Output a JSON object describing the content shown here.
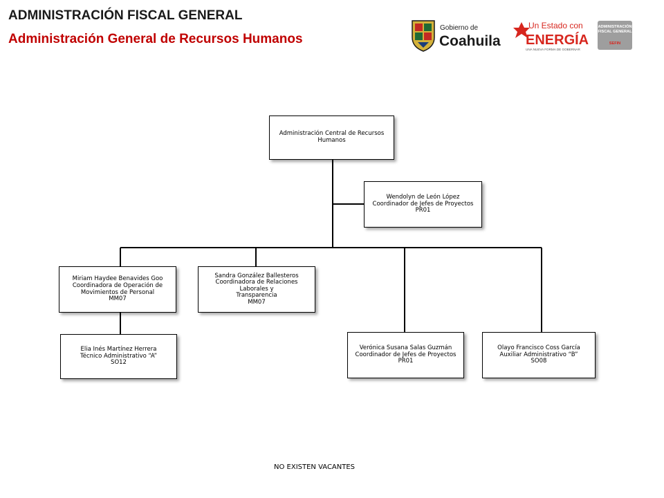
{
  "header": {
    "title": "ADMINISTRACIÓN FISCAL GENERAL",
    "subtitle": "Administración General de Recursos Humanos"
  },
  "logos": {
    "coahuila_top": "Gobierno de",
    "coahuila_main": "Coahuila",
    "energia_top": "Un Estado con",
    "energia_main": "ENERGÍA",
    "energia_tagline": "UNA NUEVA FORMA DE GOBERNAR",
    "afg_line1": "ADMINISTRACIÓN",
    "afg_line2": "FISCAL GENERAL",
    "afg_line3": "SEFIN",
    "colors": {
      "red": "#d7261e",
      "dark": "#1b1b1b",
      "gray": "#9e9e9e"
    }
  },
  "org": {
    "root": {
      "lines": [
        "Administración Central de Recursos",
        "Humanos"
      ]
    },
    "assistant": {
      "lines": [
        "Wendolyn de León López",
        "Coordinador de Jefes de Proyectos",
        "PR01"
      ]
    },
    "miriam": {
      "lines": [
        "Miriam Haydee Benavides Goo",
        "Coordinadora de Operación de",
        "Movimientos de Personal",
        "MM07"
      ]
    },
    "sandra": {
      "lines": [
        "Sandra González Ballesteros",
        "Coordinadora de Relaciones Laborales y",
        "Transparencia",
        "MM07"
      ]
    },
    "elia": {
      "lines": [
        "Elia Inés Martínez Herrera",
        "Técnico Administrativo “A”",
        "SO12"
      ]
    },
    "veronica": {
      "lines": [
        "Verónica Susana Salas Guzmán",
        "Coordinador de Jefes de Proyectos",
        "PR01"
      ]
    },
    "olayo": {
      "lines": [
        "Olayo Francisco Coss García",
        "Auxiliar Administrativo “B”",
        "SO08"
      ]
    }
  },
  "footer": {
    "note": "NO EXISTEN VACANTES"
  }
}
